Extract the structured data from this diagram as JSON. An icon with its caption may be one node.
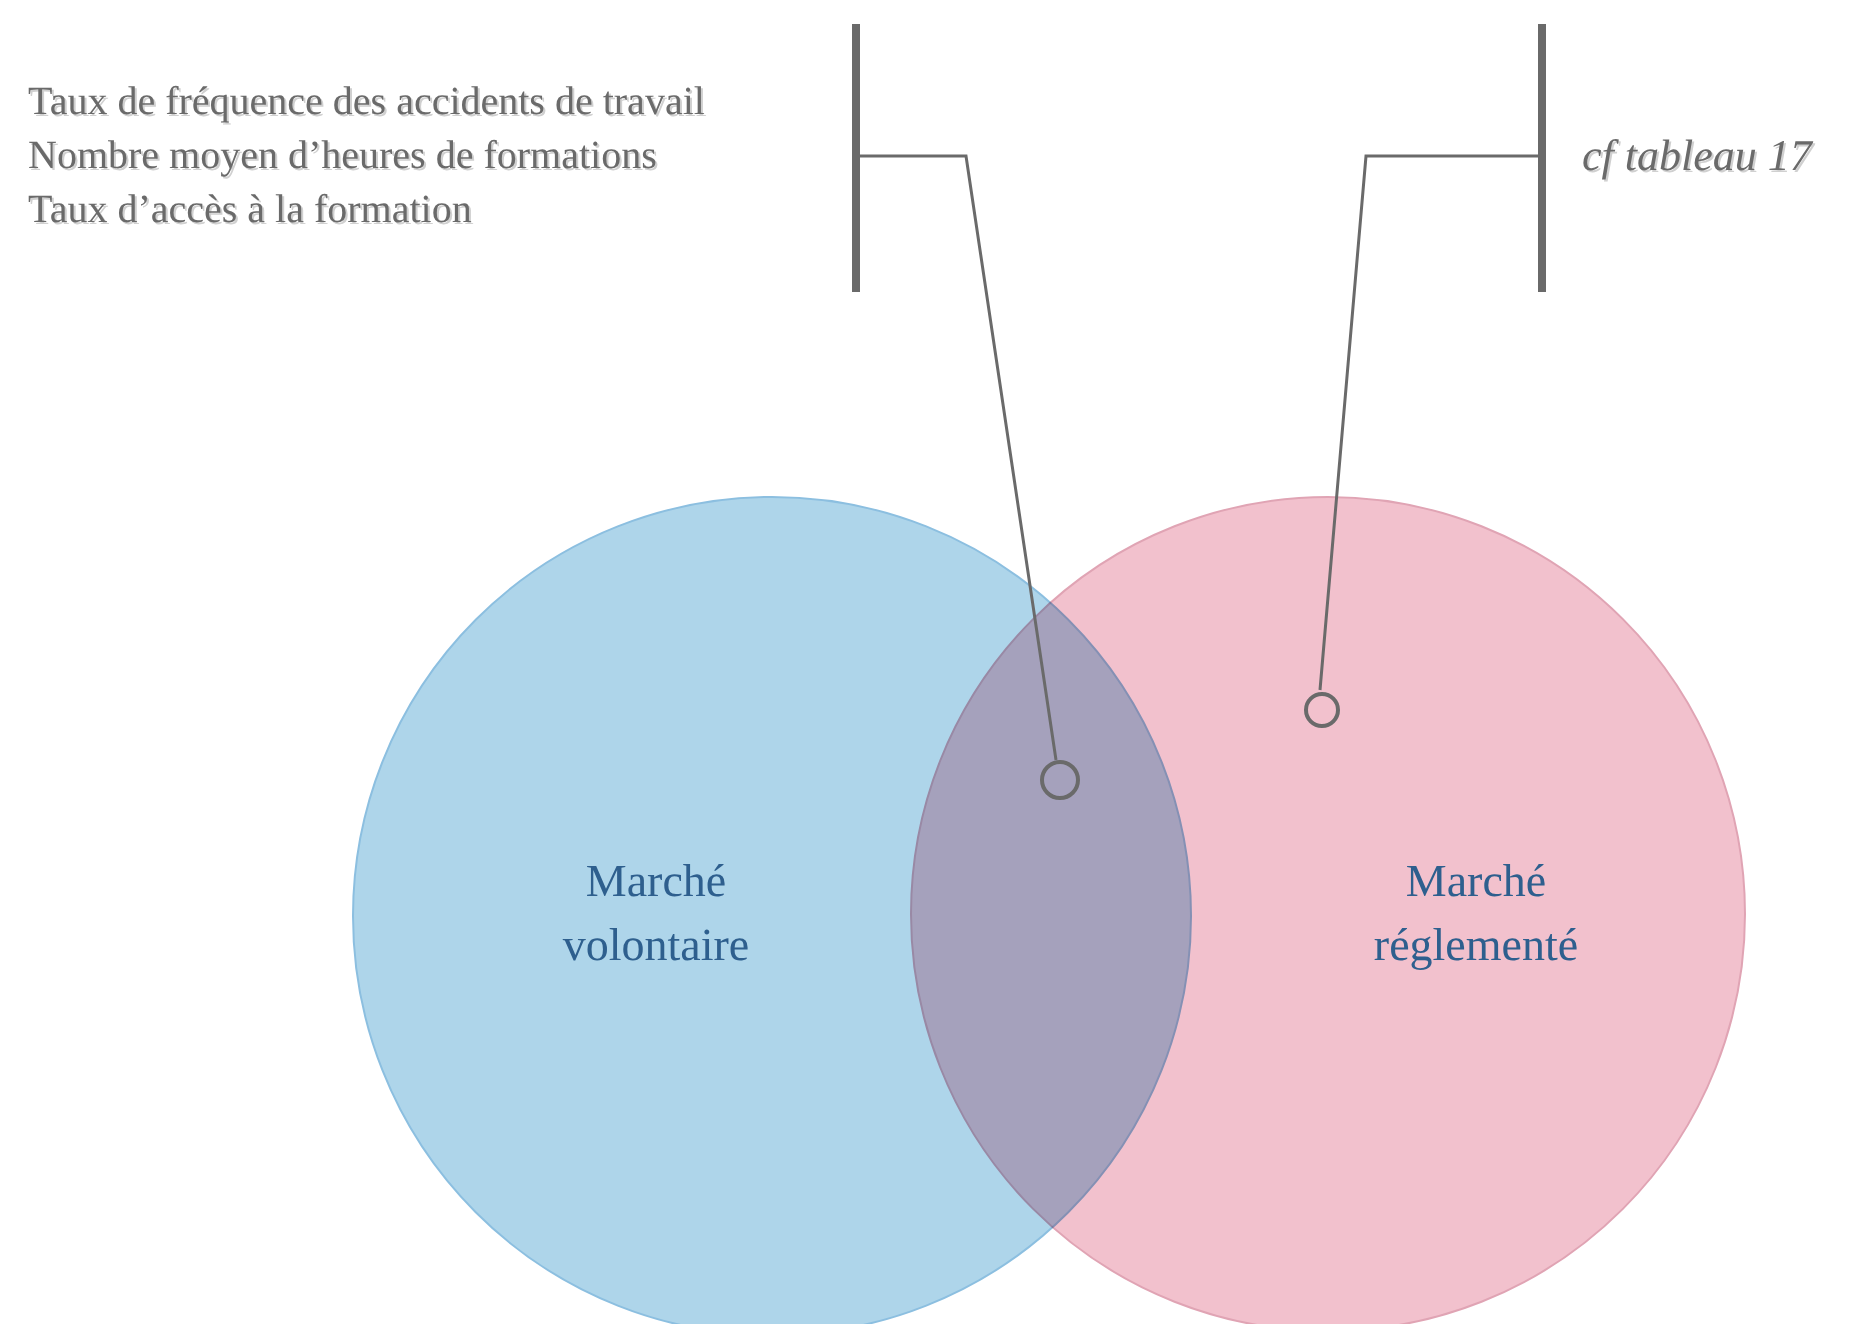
{
  "diagram": {
    "nodes": [
      {
        "text": [
          "Taux de fréquence des accidents de travail",
          "Nombre moyen d’heures de formations",
          "Taux d’accès à la formation"
        ]
      },
      {
        "text": [
          "cf tableau 17"
        ]
      },
      {
        "text": [
          "Marché volontaire"
        ]
      },
      {
        "text": [
          "Marché réglementé"
        ]
      },
      {
        "text": [],
        "shape": "circle"
      },
      {
        "text": [],
        "shape": "circle",
        "in": 3
      }
    ],
    "edges": [
      {
        "from": 0,
        "to": 4,
        "arrow": "none"
      },
      {
        "from": 1,
        "to": 5,
        "arrow": "none"
      }
    ]
  }
}
